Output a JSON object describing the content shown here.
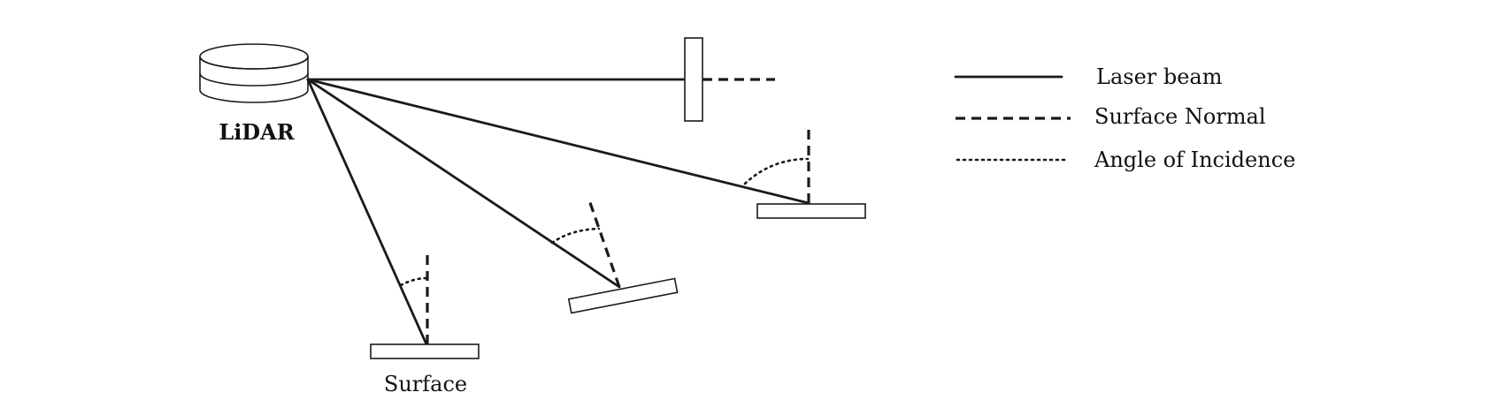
{
  "diagram": {
    "sensor_label": "LiDAR",
    "surface_label": "Surface",
    "legend": [
      {
        "id": "laser",
        "label": "Laser beam",
        "style": "solid"
      },
      {
        "id": "normal",
        "label": "Surface Normal",
        "style": "dashed"
      },
      {
        "id": "incidence",
        "label": "Angle of Incidence",
        "style": "dotted"
      }
    ],
    "colors": {
      "stroke": "#1a1a1a",
      "fill": "#ffffff",
      "text": "#111111"
    }
  }
}
